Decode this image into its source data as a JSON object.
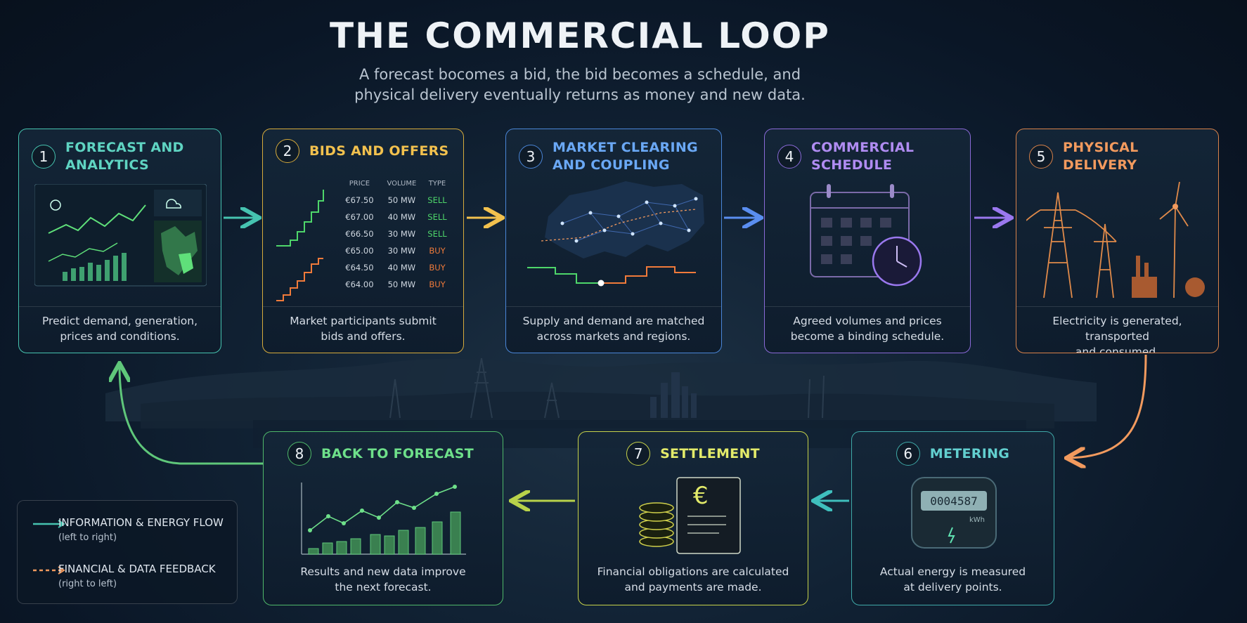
{
  "title": "THE COMMERCIAL LOOP",
  "subtitle": [
    "A forecast bocomes a bid, the bid becomes a schedule, and",
    "physical delivery eventually returns as money and new data."
  ],
  "steps": [
    {
      "num": "1",
      "label": "FORECAST AND\nANALYTICS",
      "desc": [
        "Predict demand, generation,",
        "prices and conditions."
      ],
      "color": "#5fd4c2"
    },
    {
      "num": "2",
      "label": "BIDS AND OFFERS",
      "desc": [
        "Market participants submit",
        "bids and offers."
      ],
      "color": "#f2c14e"
    },
    {
      "num": "3",
      "label": "MARKET CLEARING\nAND COUPLING",
      "desc": [
        "Supply and demand are matched",
        "across markets and regions."
      ],
      "color": "#6aa8f5"
    },
    {
      "num": "4",
      "label": "COMMERCIAL SCHEDULE",
      "desc": [
        "Agreed volumes and prices",
        "become a binding schedule."
      ],
      "color": "#b08cf2"
    },
    {
      "num": "5",
      "label": "PHYSICAL DELIVERY",
      "desc": [
        "Electricity is generated, transported",
        "and consumed."
      ],
      "color": "#f29a5e"
    },
    {
      "num": "6",
      "label": "METERING",
      "desc": [
        "Actual energy is measured",
        "at delivery points."
      ],
      "color": "#62cfcf"
    },
    {
      "num": "7",
      "label": "SETTLEMENT",
      "desc": [
        "Financial obligations are calculated",
        "and payments are made."
      ],
      "color": "#e3eb6a"
    },
    {
      "num": "8",
      "label": "BACK TO FORECAST",
      "desc": [
        "Results and new data improve",
        "the next forecast."
      ],
      "color": "#6ee08a"
    }
  ],
  "bids_table": {
    "headers": [
      "PRICE",
      "VOLUME",
      "TYPE"
    ],
    "rows": [
      [
        "€67.50",
        "50 MW",
        "SELL"
      ],
      [
        "€67.00",
        "40 MW",
        "SELL"
      ],
      [
        "€66.50",
        "30 MW",
        "SELL"
      ],
      [
        "€65.00",
        "30 MW",
        "BUY"
      ],
      [
        "€64.50",
        "40 MW",
        "BUY"
      ],
      [
        "€64.00",
        "50 MW",
        "BUY"
      ]
    ]
  },
  "meter": {
    "reading": "0004587",
    "unit": "kWh"
  },
  "settlement_symbol": "€",
  "legend": [
    {
      "title": "INFORMATION & ENERGY FLOW",
      "sub": "(left to right)",
      "color": "#46c3b0",
      "style": "solid"
    },
    {
      "title": "FINANCIAL & DATA FEEDBACK",
      "sub": "(right to left)",
      "color": "#f29a5e",
      "style": "dashed"
    }
  ]
}
